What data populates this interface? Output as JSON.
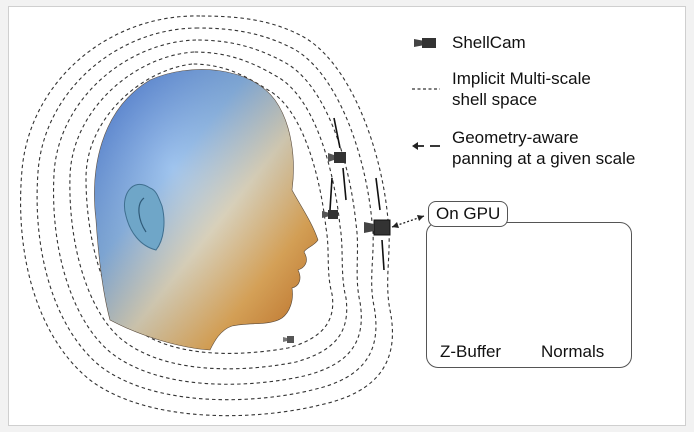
{
  "legend": {
    "camera_label": "ShellCam",
    "shell_label_line1": "Implicit Multi-scale",
    "shell_label_line2": "shell space",
    "panning_label_line1": "Geometry-aware",
    "panning_label_line2": "panning at a given scale"
  },
  "gpu_panel": {
    "title": "On GPU",
    "thumb1_label": "Z-Buffer",
    "thumb2_label": "Normals"
  },
  "colors": {
    "shell_stroke": "#333333",
    "frame_border": "#cfcfcf",
    "panel_border": "#555555"
  },
  "icons": [
    "camera-icon",
    "dashed-line-icon",
    "double-arrow-icon"
  ]
}
